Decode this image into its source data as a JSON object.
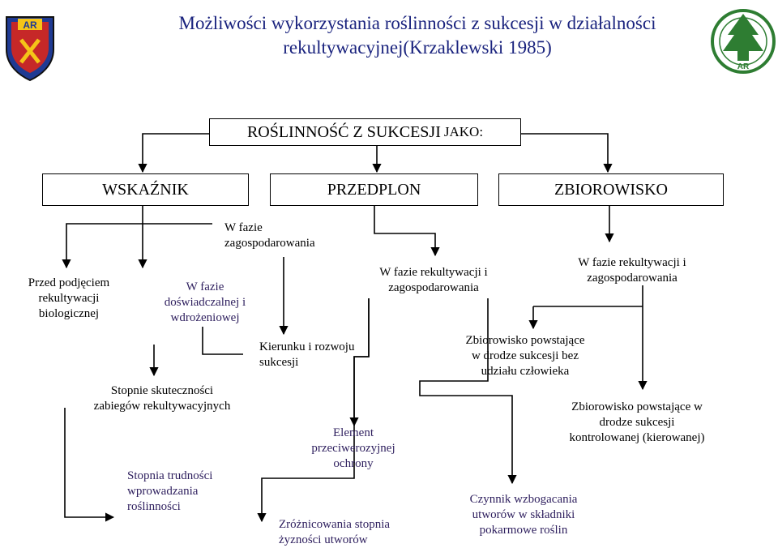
{
  "title": {
    "line1": "Możliwości  wykorzystania roślinności z  sukcesji w działalności",
    "line2": "rekultywacyjnej(Krzaklewski 1985)"
  },
  "logos": {
    "left_text": "AR",
    "right_text": "AR",
    "left_color": "#c62828",
    "right_color": "#2e7d32"
  },
  "diagram": {
    "root": {
      "main": "ROŚLINNOŚĆ  Z SUKCESJI ",
      "suffix": "JAKO:"
    },
    "categories": {
      "wskaznik": "WSKAŹNIK",
      "przedplon": "PRZEDPLON",
      "zbiorowisko": "ZBIOROWISKO"
    },
    "nodes": {
      "przed_podjeciem": [
        "Przed podjęciem",
        "rekultywacji",
        "biologicznej"
      ],
      "faza_wdrozeniowa": [
        "W fazie",
        "doświadczalnej i",
        "wdrożeniowej"
      ],
      "faza_zagospodarowania": [
        "W fazie",
        "zagospodarowania"
      ],
      "faza_rek_zag_1": [
        "W fazie rekultywacji i",
        "zagospodarowania"
      ],
      "faza_rek_zag_2": [
        "W fazie rekultywacji i",
        "zagospodarowania"
      ],
      "stopnie_skutecznosci": [
        "Stopnie skuteczności",
        "zabiegów rekultywacyjnych"
      ],
      "stopnia_trudnosci": [
        "Stopnia trudności",
        "wprowadzania",
        "roślinności"
      ],
      "kierunku_rozwoju": [
        "Kierunku i rozwoju",
        "sukcesji"
      ],
      "element_ochrony": [
        "Element",
        "przeciwerozyjnej",
        "ochrony"
      ],
      "zroznicowania": [
        "Zróżnicowania stopnia",
        "żyzności utworów"
      ],
      "zbiorowisko_bez": [
        "Zbiorowisko powstające",
        "w drodze sukcesji bez",
        "udziału człowieka"
      ],
      "zbiorowisko_kontrolowane": [
        "Zbiorowisko powstające w",
        "drodze sukcesji",
        "kontrolowanej (kierowanej)"
      ],
      "czynnik": [
        "Czynnik wzbogacania",
        "utworów w składniki",
        "pokarmowe roślin"
      ]
    }
  }
}
